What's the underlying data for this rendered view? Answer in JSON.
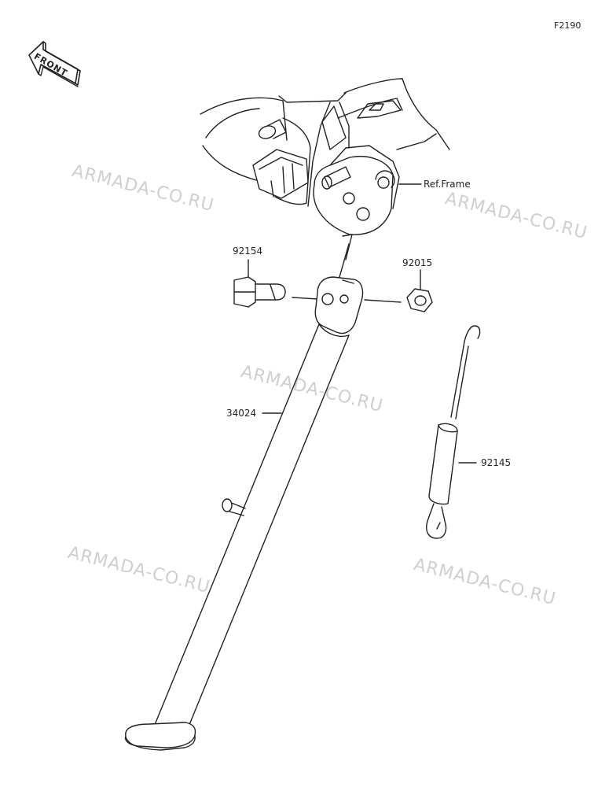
{
  "figure_code": "F2190",
  "front_badge": "FRONT",
  "ref_label": "Ref.Frame",
  "parts": [
    {
      "number": "92154"
    },
    {
      "number": "92015"
    },
    {
      "number": "34024"
    },
    {
      "number": "92145"
    }
  ],
  "watermark": "ARMADA-CO.RU",
  "colors": {
    "line": "#222222",
    "watermark": "#cfcfcf",
    "background": "#ffffff"
  }
}
